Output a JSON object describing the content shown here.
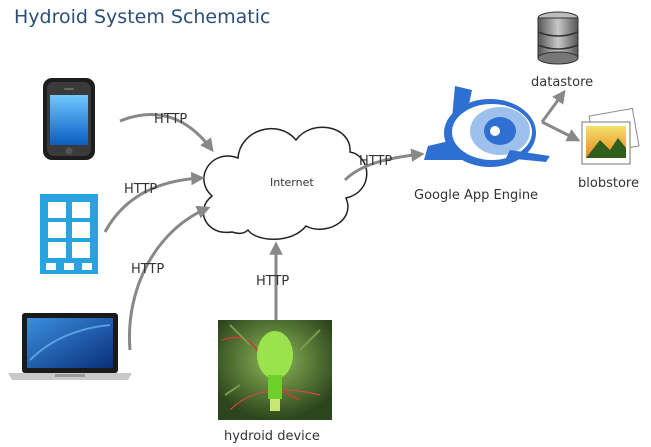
{
  "title": "Hydroid System Schematic",
  "cloud_label": "Internet",
  "http_label": "HTTP",
  "nodes": {
    "phone": "",
    "tablet": "",
    "laptop": "",
    "hydroid_device": "hydroid device",
    "app_engine": "Google App Engine",
    "datastore": "datastore",
    "blobstore": "blobstore"
  },
  "colors": {
    "title": "#2d4f77",
    "arrow": "#888888",
    "tablet_blue": "#29a3e0",
    "app_engine_blue": "#2f6fd1"
  }
}
